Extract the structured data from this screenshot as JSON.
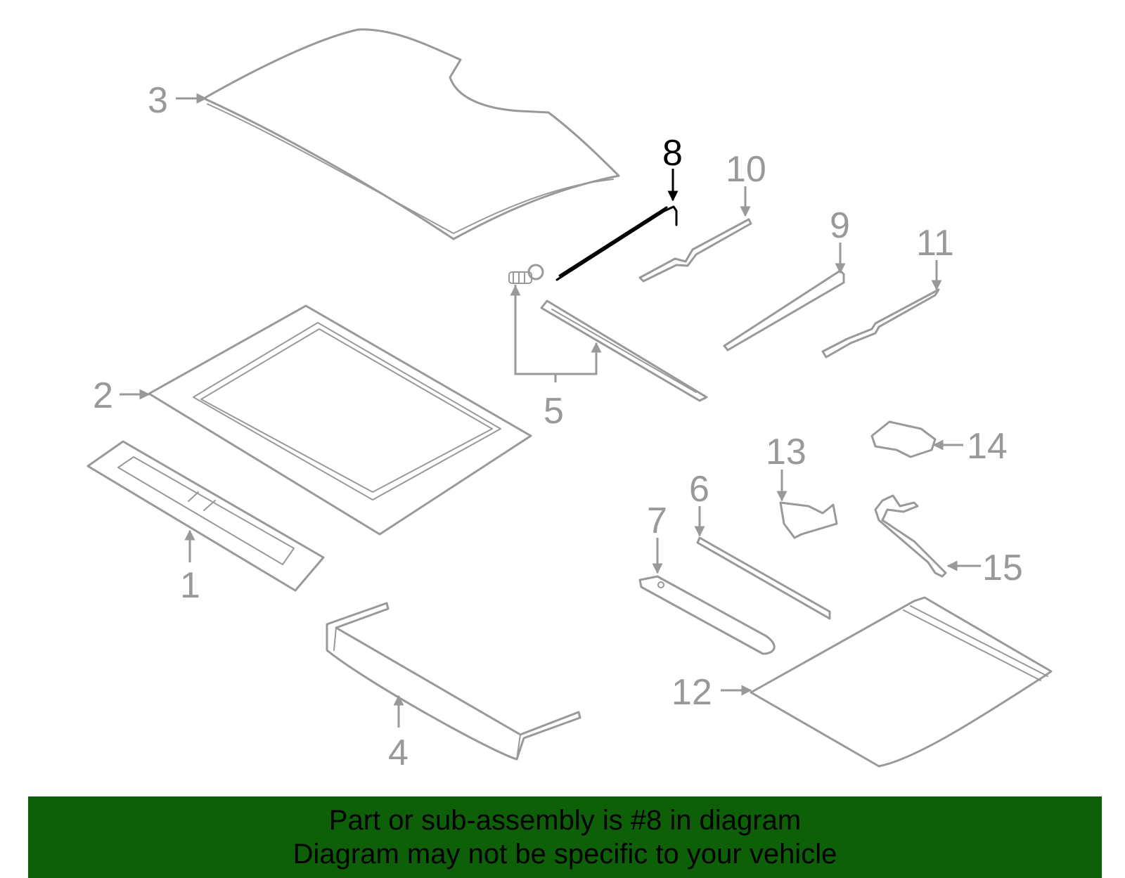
{
  "diagram": {
    "callouts": [
      "1",
      "2",
      "3",
      "4",
      "5",
      "6",
      "7",
      "8",
      "9",
      "10",
      "11",
      "12",
      "13",
      "14",
      "15"
    ],
    "highlighted": "8",
    "colors": {
      "part": "#999999",
      "highlight": "#000000",
      "banner": "#0d6008"
    }
  },
  "banner": {
    "line1": "Part or sub-assembly is #8 in diagram",
    "line2": "Diagram may not be specific to your vehicle"
  }
}
